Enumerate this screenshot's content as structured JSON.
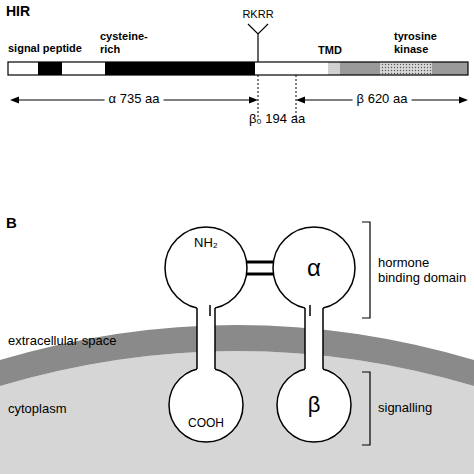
{
  "diagram": {
    "nodes": [
      {
        "text": [
          "NH₂"
        ]
      },
      {
        "text": [
          "α"
        ]
      },
      {
        "text": [
          "COOH"
        ]
      },
      {
        "text": [
          "β"
        ]
      }
    ],
    "edges": [
      {
        "from": 0,
        "to": 1,
        "arrow": "none"
      },
      {
        "from": 0,
        "to": 1,
        "arrow": "none"
      },
      {
        "from": 0,
        "to": 2,
        "arrow": "none"
      },
      {
        "from": 1,
        "to": 3,
        "arrow": "none"
      }
    ],
    "labels": [
      "HIR",
      "signal peptide",
      "cysteine- rich",
      "RKRR",
      "TMD",
      "tyrosine kinase",
      "α 735 aa",
      "β 620 aa",
      "β₀ 194 aa",
      "B",
      "extracellular space",
      "cytoplasm",
      "hormone binding domain",
      "signalling"
    ]
  }
}
